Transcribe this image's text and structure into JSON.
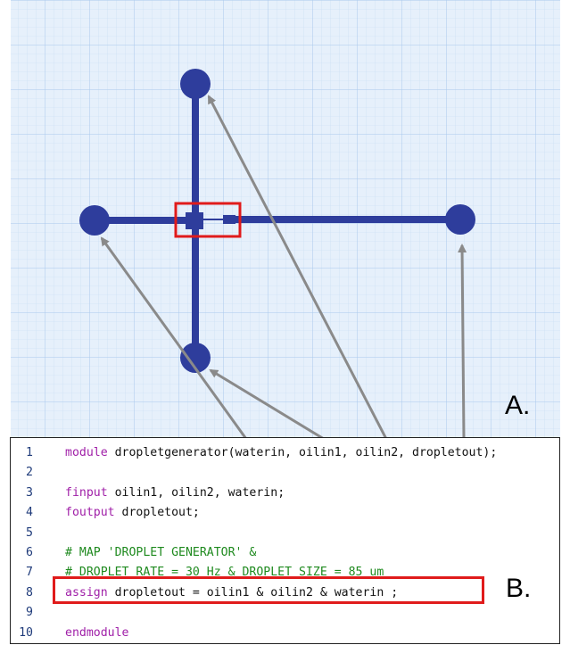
{
  "panels": {
    "a_label": "A.",
    "b_label": "B."
  },
  "colors": {
    "grid_background": "#e6f0fb",
    "grid_line": "#b9d4f0",
    "channel": "#2e3d9c",
    "highlight": "#e01b1b",
    "arrow": "#8a8a8a",
    "keyword": "#a020a8",
    "comment": "#1f8a1f",
    "line_number": "#1f3b7a"
  },
  "diagram": {
    "ports": [
      "top-port",
      "left-port",
      "right-port",
      "bottom-port"
    ],
    "junction": "droplet-generator-junction"
  },
  "code": {
    "lines": [
      {
        "num": "1",
        "keyword": "module",
        "text": " dropletgenerator(waterin, oilin1, oilin2, dropletout);",
        "kind": "code"
      },
      {
        "num": "2",
        "keyword": "",
        "text": "",
        "kind": "code"
      },
      {
        "num": "3",
        "keyword": "finput",
        "text": " oilin1, oilin2, waterin;",
        "kind": "code"
      },
      {
        "num": "4",
        "keyword": "foutput",
        "text": " dropletout;",
        "kind": "code"
      },
      {
        "num": "5",
        "keyword": "",
        "text": "",
        "kind": "code"
      },
      {
        "num": "6",
        "keyword": "",
        "text": "# MAP 'DROPLET GENERATOR' &",
        "kind": "comment"
      },
      {
        "num": "7",
        "keyword": "",
        "text": "# DROPLET_RATE = 30 Hz & DROPLET_SIZE = 85 um",
        "kind": "comment"
      },
      {
        "num": "8",
        "keyword": "assign",
        "text": " dropletout = oilin1 & oilin2 & waterin ;",
        "kind": "code"
      },
      {
        "num": "9",
        "keyword": "",
        "text": "",
        "kind": "code"
      },
      {
        "num": "10",
        "keyword": "endmodule",
        "text": "",
        "kind": "code"
      }
    ]
  }
}
